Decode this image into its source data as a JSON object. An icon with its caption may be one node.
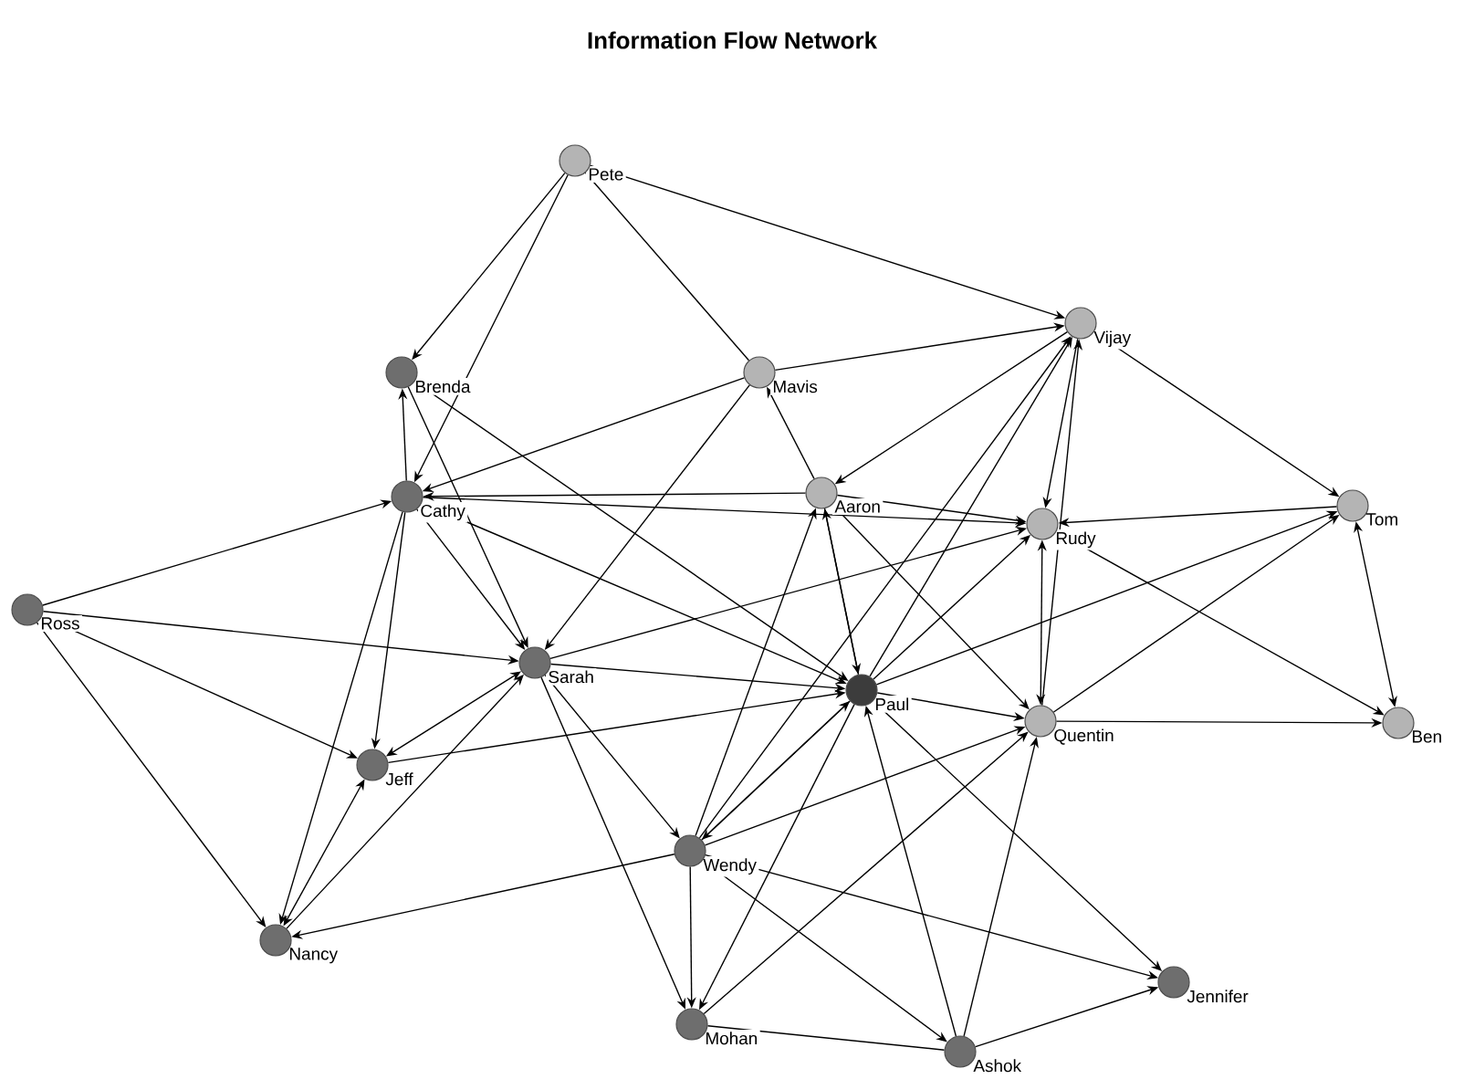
{
  "diagram": {
    "title": "Information Flow Network",
    "nodes": [
      {
        "text": [
          "Pete"
        ]
      },
      {
        "text": [
          "Vijay"
        ]
      },
      {
        "text": [
          "Brenda"
        ]
      },
      {
        "text": [
          "Mavis"
        ]
      },
      {
        "text": [
          "Cathy"
        ]
      },
      {
        "text": [
          "Aaron"
        ]
      },
      {
        "text": [
          "Rudy"
        ]
      },
      {
        "text": [
          "Tom"
        ]
      },
      {
        "text": [
          "Ross"
        ]
      },
      {
        "text": [
          "Sarah"
        ]
      },
      {
        "text": [
          "Paul"
        ]
      },
      {
        "text": [
          "Quentin"
        ]
      },
      {
        "text": [
          "Ben"
        ]
      },
      {
        "text": [
          "Jeff"
        ]
      },
      {
        "text": [
          "Wendy"
        ]
      },
      {
        "text": [
          "Nancy"
        ]
      },
      {
        "text": [
          "Jennifer"
        ]
      },
      {
        "text": [
          "Mohan"
        ]
      },
      {
        "text": [
          "Ashok"
        ]
      }
    ],
    "edges": [
      {
        "from": 0,
        "to": 2,
        "arrow": "to"
      },
      {
        "from": 0,
        "to": 4,
        "arrow": "to"
      },
      {
        "from": 0,
        "to": 1,
        "arrow": "to"
      },
      {
        "from": 0,
        "to": 3,
        "arrow": "none"
      },
      {
        "from": 3,
        "to": 1,
        "arrow": "to"
      },
      {
        "from": 3,
        "to": 4,
        "arrow": "to"
      },
      {
        "from": 3,
        "to": 9,
        "arrow": "to"
      },
      {
        "from": 5,
        "to": 3,
        "arrow": "to"
      },
      {
        "from": 2,
        "to": 10,
        "arrow": "to"
      },
      {
        "from": 2,
        "to": 9,
        "arrow": "to"
      },
      {
        "from": 4,
        "to": 2,
        "arrow": "to"
      },
      {
        "from": 4,
        "to": 9,
        "arrow": "to"
      },
      {
        "from": 4,
        "to": 13,
        "arrow": "to"
      },
      {
        "from": 4,
        "to": 15,
        "arrow": "to"
      },
      {
        "from": 4,
        "to": 10,
        "arrow": "to"
      },
      {
        "from": 5,
        "to": 4,
        "arrow": "to"
      },
      {
        "from": 4,
        "to": 6,
        "arrow": "to"
      },
      {
        "from": 8,
        "to": 4,
        "arrow": "to"
      },
      {
        "from": 8,
        "to": 9,
        "arrow": "to"
      },
      {
        "from": 8,
        "to": 13,
        "arrow": "to"
      },
      {
        "from": 8,
        "to": 15,
        "arrow": "to"
      },
      {
        "from": 1,
        "to": 7,
        "arrow": "to"
      },
      {
        "from": 1,
        "to": 5,
        "arrow": "to"
      },
      {
        "from": 1,
        "to": 6,
        "arrow": "to"
      },
      {
        "from": 11,
        "to": 1,
        "arrow": "to"
      },
      {
        "from": 10,
        "to": 1,
        "arrow": "to"
      },
      {
        "from": 14,
        "to": 1,
        "arrow": "to"
      },
      {
        "from": 5,
        "to": 6,
        "arrow": "to"
      },
      {
        "from": 5,
        "to": 10,
        "arrow": "to"
      },
      {
        "from": 5,
        "to": 11,
        "arrow": "to"
      },
      {
        "from": 10,
        "to": 5,
        "arrow": "to"
      },
      {
        "from": 14,
        "to": 5,
        "arrow": "to"
      },
      {
        "from": 6,
        "to": 12,
        "arrow": "to"
      },
      {
        "from": 7,
        "to": 6,
        "arrow": "to"
      },
      {
        "from": 6,
        "to": 11,
        "arrow": "both"
      },
      {
        "from": 10,
        "to": 6,
        "arrow": "to"
      },
      {
        "from": 9,
        "to": 6,
        "arrow": "to"
      },
      {
        "from": 7,
        "to": 12,
        "arrow": "both"
      },
      {
        "from": 10,
        "to": 7,
        "arrow": "to"
      },
      {
        "from": 11,
        "to": 7,
        "arrow": "to"
      },
      {
        "from": 9,
        "to": 10,
        "arrow": "to"
      },
      {
        "from": 9,
        "to": 14,
        "arrow": "to"
      },
      {
        "from": 9,
        "to": 17,
        "arrow": "to"
      },
      {
        "from": 9,
        "to": 13,
        "arrow": "both"
      },
      {
        "from": 15,
        "to": 9,
        "arrow": "to"
      },
      {
        "from": 10,
        "to": 11,
        "arrow": "to"
      },
      {
        "from": 11,
        "to": 12,
        "arrow": "to"
      },
      {
        "from": 10,
        "to": 16,
        "arrow": "to"
      },
      {
        "from": 10,
        "to": 14,
        "arrow": "to"
      },
      {
        "from": 10,
        "to": 17,
        "arrow": "to"
      },
      {
        "from": 18,
        "to": 10,
        "arrow": "to"
      },
      {
        "from": 13,
        "to": 10,
        "arrow": "to"
      },
      {
        "from": 14,
        "to": 10,
        "arrow": "to"
      },
      {
        "from": 13,
        "to": 15,
        "arrow": "both"
      },
      {
        "from": 14,
        "to": 15,
        "arrow": "to"
      },
      {
        "from": 14,
        "to": 17,
        "arrow": "to"
      },
      {
        "from": 14,
        "to": 18,
        "arrow": "to"
      },
      {
        "from": 14,
        "to": 16,
        "arrow": "to"
      },
      {
        "from": 14,
        "to": 11,
        "arrow": "to"
      },
      {
        "from": 17,
        "to": 11,
        "arrow": "to"
      },
      {
        "from": 18,
        "to": 11,
        "arrow": "to"
      },
      {
        "from": 17,
        "to": 18,
        "arrow": "none"
      },
      {
        "from": 18,
        "to": 16,
        "arrow": "to"
      }
    ]
  }
}
